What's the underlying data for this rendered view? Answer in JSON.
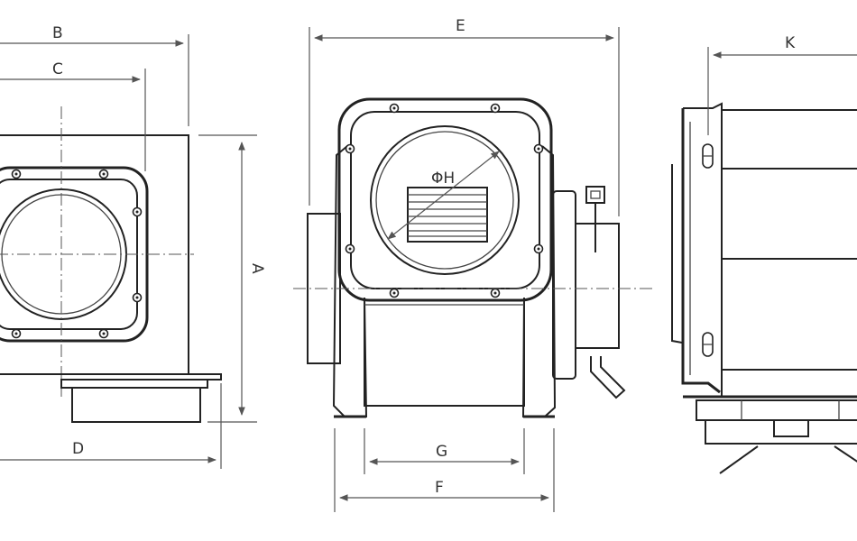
{
  "labels": {
    "a": "A",
    "b": "B",
    "c": "C",
    "d": "D",
    "e": "E",
    "f": "F",
    "g": "G",
    "h": "ΦH",
    "k": "K"
  },
  "colors": {
    "line": "#222222",
    "dimension": "#555555",
    "background": "#ffffff"
  }
}
